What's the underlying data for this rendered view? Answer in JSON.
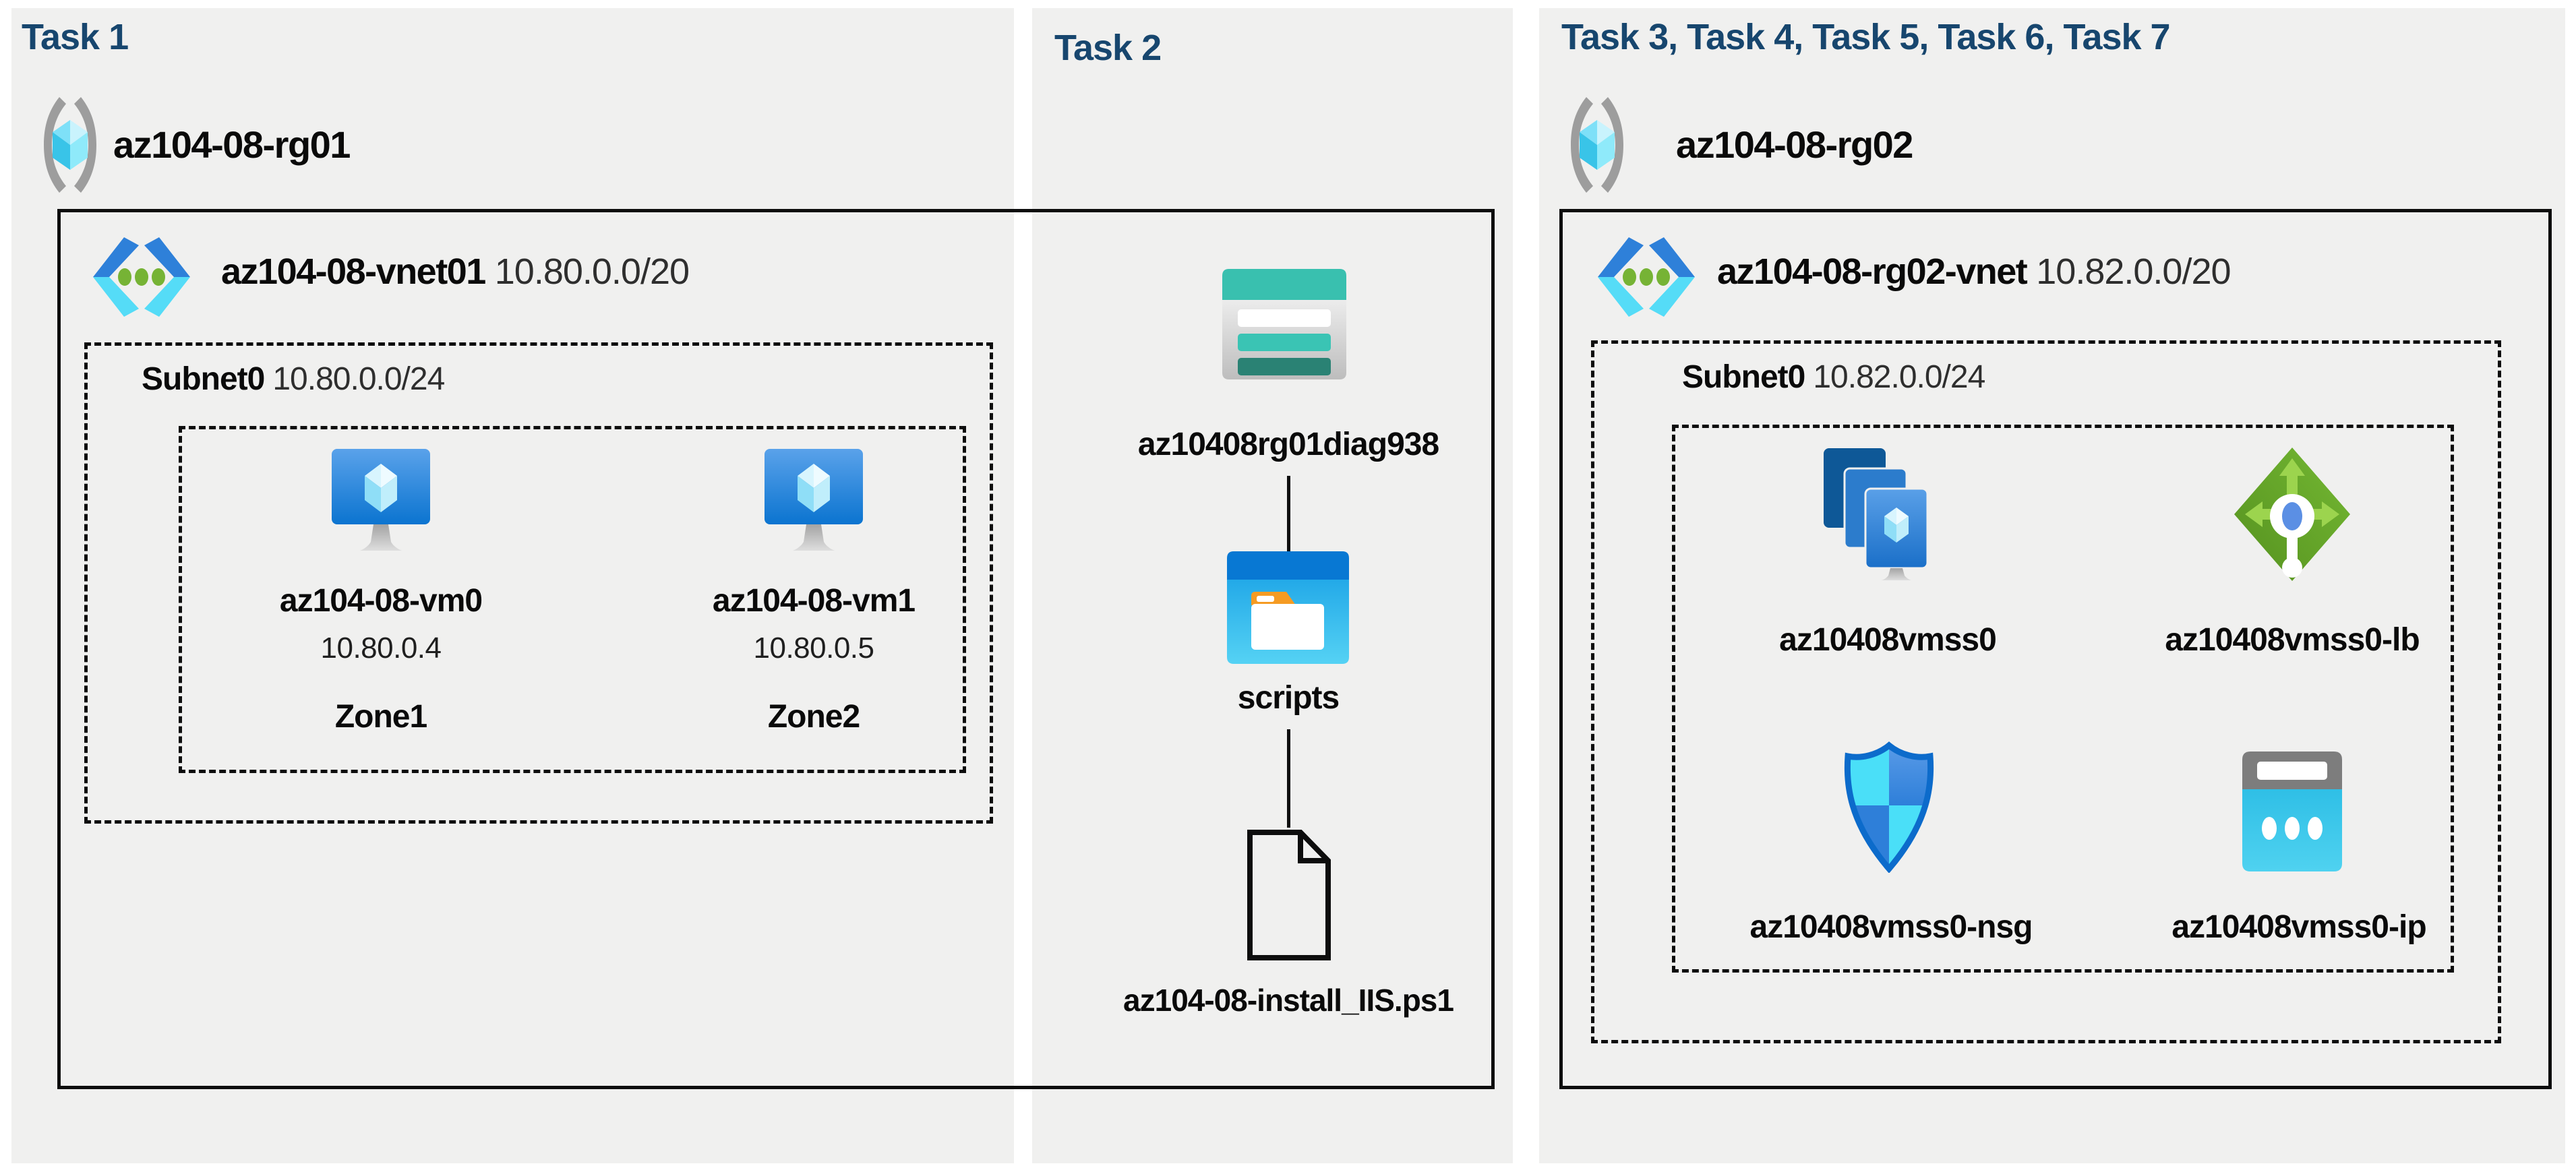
{
  "colors": {
    "page_background": "#ffffff",
    "panel_background": "#f0f0ef",
    "task_title": "#17466e",
    "line_black": "#0d0d0d",
    "label_text": "#0a0a0a",
    "secondary_text": "#2e2e2e",
    "azure_blue": "#0b74d0",
    "azure_cyan": "#55dcf7",
    "vnet_green_dot": "#76b335",
    "storage_teal": "#39c0af",
    "storage_teal_dark": "#2a8274",
    "folder_blue": "#0878d3",
    "folder_body_cyan": "#35c0ee",
    "folder_orange": "#f59b23",
    "lb_green": "#61a62c",
    "lb_green_light": "#9cd44e",
    "nsg_cyan": "#4adff8",
    "nsg_blue": "#2e7fd9",
    "nsg_border": "#0c6bcb",
    "ip_cyan": "#33c3ea",
    "bracket_gray": "#9d9d9d"
  },
  "panels": [
    {
      "title": "Task 1",
      "resource_group": {
        "name": "az104-08-rg01"
      },
      "vnet": {
        "name": "az104-08-vnet01",
        "cidr": "10.80.0.0/20"
      },
      "subnet": {
        "name": "Subnet0",
        "cidr": "10.80.0.0/24"
      },
      "vms": [
        {
          "name": "az104-08-vm0",
          "ip": "10.80.0.4",
          "zone": "Zone1"
        },
        {
          "name": "az104-08-vm1",
          "ip": "10.80.0.5",
          "zone": "Zone2"
        }
      ]
    },
    {
      "title": "Task 2",
      "storage_account": {
        "name": "az10408rg01diag938"
      },
      "container": {
        "name": "scripts"
      },
      "script_file": {
        "name": "az104-08-install_IIS.ps1"
      }
    },
    {
      "title": "Task 3, Task 4, Task 5, Task 6, Task 7",
      "resource_group": {
        "name": "az104-08-rg02"
      },
      "vnet": {
        "name": "az104-08-rg02-vnet",
        "cidr": "10.82.0.0/20"
      },
      "subnet": {
        "name": "Subnet0",
        "cidr": "10.82.0.0/24"
      },
      "resources": [
        {
          "name": "az10408vmss0",
          "type": "virtual-machine-scale-set"
        },
        {
          "name": "az10408vmss0-lb",
          "type": "load-balancer"
        },
        {
          "name": "az10408vmss0-nsg",
          "type": "network-security-group"
        },
        {
          "name": "az10408vmss0-ip",
          "type": "public-ip-address"
        }
      ]
    }
  ]
}
